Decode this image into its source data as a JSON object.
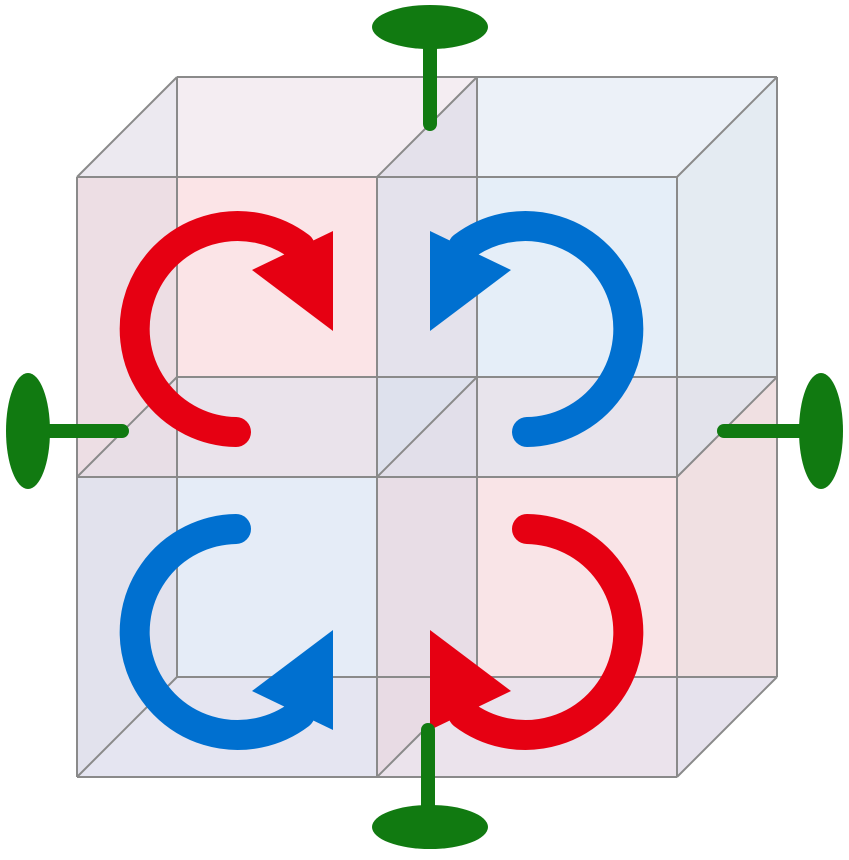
{
  "colors": {
    "red": "#e60012",
    "blue": "#0070d0",
    "green": "#117a11",
    "edge": "#8a8a8a",
    "pink_face": "#fde8ea",
    "blue_face": "#e8f2fb",
    "gray_face": "#e2e2ea"
  },
  "arrows": [
    {
      "name": "rotation-arrow-top-left",
      "color": "red",
      "direction": "clockwise"
    },
    {
      "name": "rotation-arrow-top-right",
      "color": "blue",
      "direction": "counterclockwise"
    },
    {
      "name": "rotation-arrow-bottom-left",
      "color": "blue",
      "direction": "counterclockwise"
    },
    {
      "name": "rotation-arrow-bottom-right",
      "color": "red",
      "direction": "clockwise"
    }
  ],
  "pins": [
    {
      "name": "pin-top",
      "side": "top"
    },
    {
      "name": "pin-bottom",
      "side": "bottom"
    },
    {
      "name": "pin-left",
      "side": "left"
    },
    {
      "name": "pin-right",
      "side": "right"
    }
  ]
}
